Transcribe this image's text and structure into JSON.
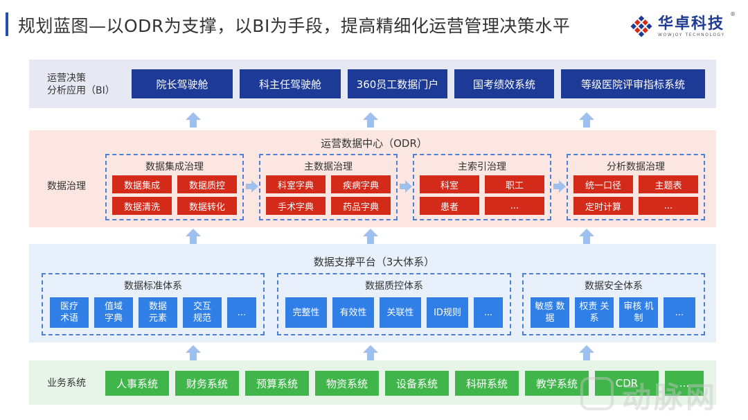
{
  "title": "规划蓝图—以ODR为支撑，以BI为手段，提高精细化运营管理决策水平",
  "logo": {
    "name_cn": "华卓科技",
    "name_en": "WOWJOY TECHNOLOGY",
    "reg": "®"
  },
  "bi_layer": {
    "label": "运营决策\n分析应用（BI）",
    "items": [
      "院长驾驶舱",
      "科主任驾驶舱",
      "360员工数据门户",
      "国考绩效系统",
      "等级医院评审指标系统"
    ]
  },
  "governance_layer": {
    "label": "数据治理",
    "center_title": "运营数据中心（ODR）",
    "groups": [
      {
        "title": "数据集成治理",
        "cells": [
          "数据集成",
          "数据质控",
          "数据清洗",
          "数据转化"
        ]
      },
      {
        "title": "主数据治理",
        "cells": [
          "科室字典",
          "疾病字典",
          "手术字典",
          "药品字典"
        ]
      },
      {
        "title": "主索引治理",
        "cells": [
          "科室",
          "职工",
          "患者",
          "..."
        ]
      },
      {
        "title": "分析数据治理",
        "cells": [
          "统一口径",
          "主题表",
          "定时计算",
          "..."
        ]
      }
    ]
  },
  "platform_layer": {
    "center_title": "数据支撑平台（3大体系）",
    "groups": [
      {
        "title": "数据标准体系",
        "cells": [
          "医疗\n术语",
          "值域\n字典",
          "数据\n元素",
          "交互\n规范",
          "..."
        ]
      },
      {
        "title": "数据质控体系",
        "cells": [
          "完整性",
          "有效性",
          "关联性",
          "ID规则",
          "..."
        ]
      },
      {
        "title": "数据安全体系",
        "cells": [
          "敏感\n数据",
          "权责\n关系",
          "审核\n机制",
          "..."
        ]
      }
    ]
  },
  "business_layer": {
    "label": "业务系统",
    "items": [
      "人事系统",
      "财务系统",
      "预算系统",
      "物资系统",
      "设备系统",
      "科研系统",
      "教学系统",
      "CDR",
      "..."
    ]
  },
  "watermark": {
    "text": "动脉网"
  },
  "colors": {
    "bi_box": "#1c3a96",
    "governance_cell": "#d42a1a",
    "platform_cell": "#2f7fe6",
    "business_box": "#3fb54a",
    "arrow": "#9ec0ee"
  }
}
